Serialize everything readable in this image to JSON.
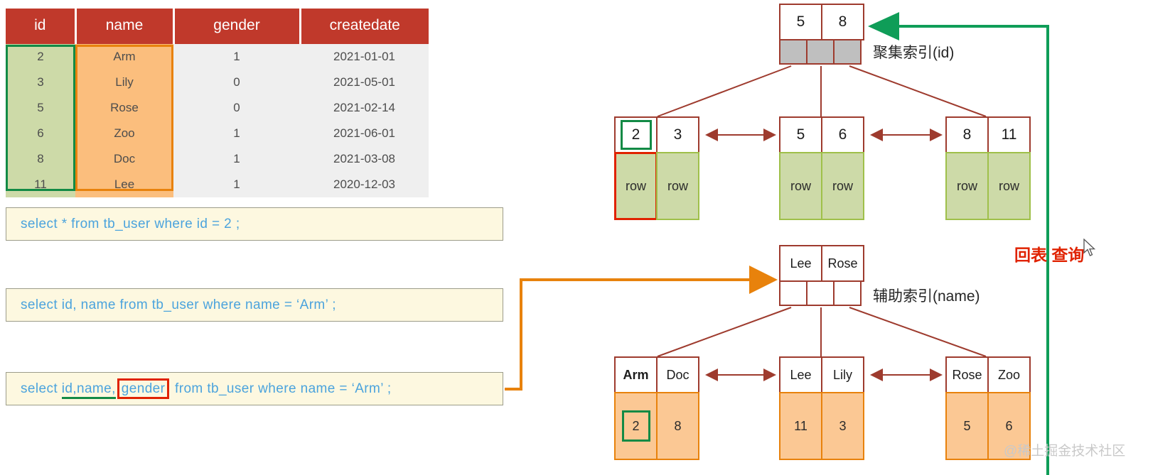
{
  "table": {
    "columns": [
      "id",
      "name",
      "gender",
      "createdate"
    ],
    "rows": [
      {
        "id": "2",
        "name": "Arm",
        "gender": "1",
        "createdate": "2021-01-01"
      },
      {
        "id": "3",
        "name": "Lily",
        "gender": "0",
        "createdate": "2021-05-01"
      },
      {
        "id": "5",
        "name": "Rose",
        "gender": "0",
        "createdate": "2021-02-14"
      },
      {
        "id": "6",
        "name": "Zoo",
        "gender": "1",
        "createdate": "2021-06-01"
      },
      {
        "id": "8",
        "name": "Doc",
        "gender": "1",
        "createdate": "2021-03-08"
      },
      {
        "id": "11",
        "name": "Lee",
        "gender": "1",
        "createdate": "2020-12-03"
      }
    ],
    "highlight": {
      "id_column_color": "#128a45",
      "name_column_color": "#e8820c"
    }
  },
  "sql": {
    "q1": "select * from  tb_user  where  id = 2 ;",
    "q2": "select  id, name  from  tb_user  where  name = ‘Arm’ ;",
    "q3": {
      "prefix": "select ",
      "underlined": "id,name,",
      "boxed": "gender",
      "suffix": " from  tb_user  where  name = ‘Arm’ ;"
    }
  },
  "clustered_index": {
    "label": "聚集索引(id)",
    "root": {
      "keys": [
        "5",
        "8"
      ],
      "pointers": 3
    },
    "leaves": [
      {
        "keys": [
          "2",
          "3"
        ],
        "values": [
          "row",
          "row"
        ],
        "key_highlight": "2",
        "value_highlight": "row"
      },
      {
        "keys": [
          "5",
          "6"
        ],
        "values": [
          "row",
          "row"
        ]
      },
      {
        "keys": [
          "8",
          "11"
        ],
        "values": [
          "row",
          "row"
        ]
      }
    ]
  },
  "secondary_index": {
    "label": "辅助索引(name)",
    "root": {
      "keys": [
        "Lee",
        "Rose"
      ],
      "pointers": 3
    },
    "leaves": [
      {
        "keys": [
          "Arm",
          "Doc"
        ],
        "values": [
          "2",
          "8"
        ],
        "key_bold": "Arm",
        "value_highlight": "2"
      },
      {
        "keys": [
          "Lee",
          "Lily"
        ],
        "values": [
          "11",
          "3"
        ]
      },
      {
        "keys": [
          "Rose",
          "Zoo"
        ],
        "values": [
          "5",
          "6"
        ]
      }
    ]
  },
  "annotations": {
    "lookup": "回表 查询",
    "watermark": "@稀土掘金技术社区"
  },
  "colors": {
    "header_red": "#c0392b",
    "node_border": "#9e3b2e",
    "green_fill": "#cddaa8",
    "orange_fill": "#fbc894",
    "green_line": "#0f9d58",
    "orange_line": "#e8820c",
    "sql_text": "#4ba3dd",
    "alert_red": "#e02200"
  }
}
